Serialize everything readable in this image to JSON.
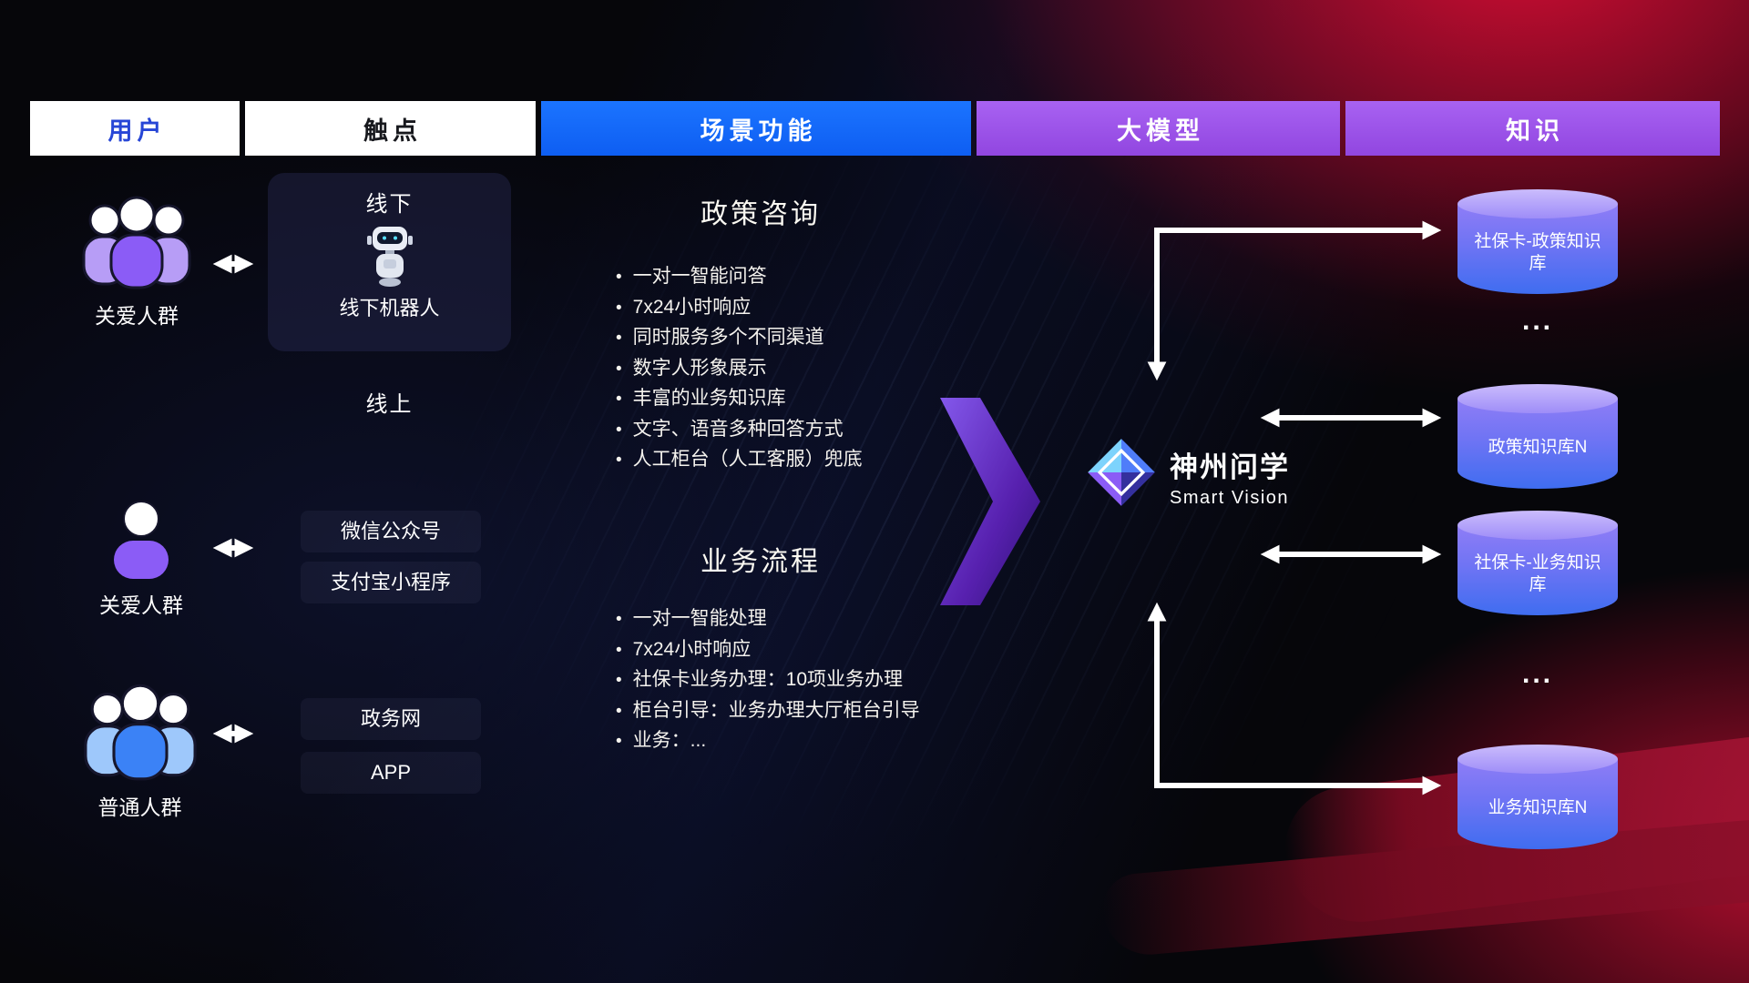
{
  "header": {
    "columns": [
      {
        "label": "用户"
      },
      {
        "label": "触点"
      },
      {
        "label": "场景功能"
      },
      {
        "label": "大模型"
      },
      {
        "label": "知识"
      }
    ]
  },
  "users": [
    {
      "label": "关爱人群",
      "icon": "people-group-icon"
    },
    {
      "label": "关爱人群",
      "icon": "person-icon"
    },
    {
      "label": "普通人群",
      "icon": "people-group-icon"
    }
  ],
  "touchpoints": {
    "offline": {
      "title": "线下",
      "robot_icon": "robot-icon",
      "robot_label": "线下机器人"
    },
    "online": {
      "title": "线上",
      "items": [
        "微信公众号",
        "支付宝小程序",
        "政务网",
        "APP"
      ]
    }
  },
  "scenes": [
    {
      "title": "政策咨询",
      "bullets": [
        "一对一智能问答",
        "7x24小时响应",
        "同时服务多个不同渠道",
        "数字人形象展示",
        "丰富的业务知识库",
        "文字、语音多种回答方式",
        "人工柜台（人工客服）兜底"
      ]
    },
    {
      "title": "业务流程",
      "bullets": [
        "一对一智能处理",
        "7x24小时响应",
        "社保卡业务办理：10项业务办理",
        "柜台引导：业务办理大厅柜台引导",
        "业务：..."
      ]
    }
  ],
  "model": {
    "name": "神州问学",
    "subtitle": "Smart Vision",
    "logo_icon": "diamond-logo-icon"
  },
  "knowledge": {
    "items": [
      {
        "label": "社保卡-政策知识库"
      },
      {
        "label": "政策知识库N"
      },
      {
        "label": "社保卡-业务知识库"
      },
      {
        "label": "业务知识库N"
      }
    ],
    "ellipsis": "...",
    "item_icon": "database-cylinder-icon"
  },
  "colors": {
    "scene_header_blue": "#1468f5",
    "model_header_purple": "#9d56e8",
    "user_header_text_blue": "#2746d6",
    "cylinder_top_purple": "#cbbcfc",
    "cylinder_bottom_blue": "#3f6df0",
    "flow_arrow_purple": "#5b21b6",
    "connector_white": "#ffffff",
    "background_red": "#c00a32",
    "user_icon_purple": "#8b5cf6",
    "user_icon_blue": "#3b82f6"
  }
}
